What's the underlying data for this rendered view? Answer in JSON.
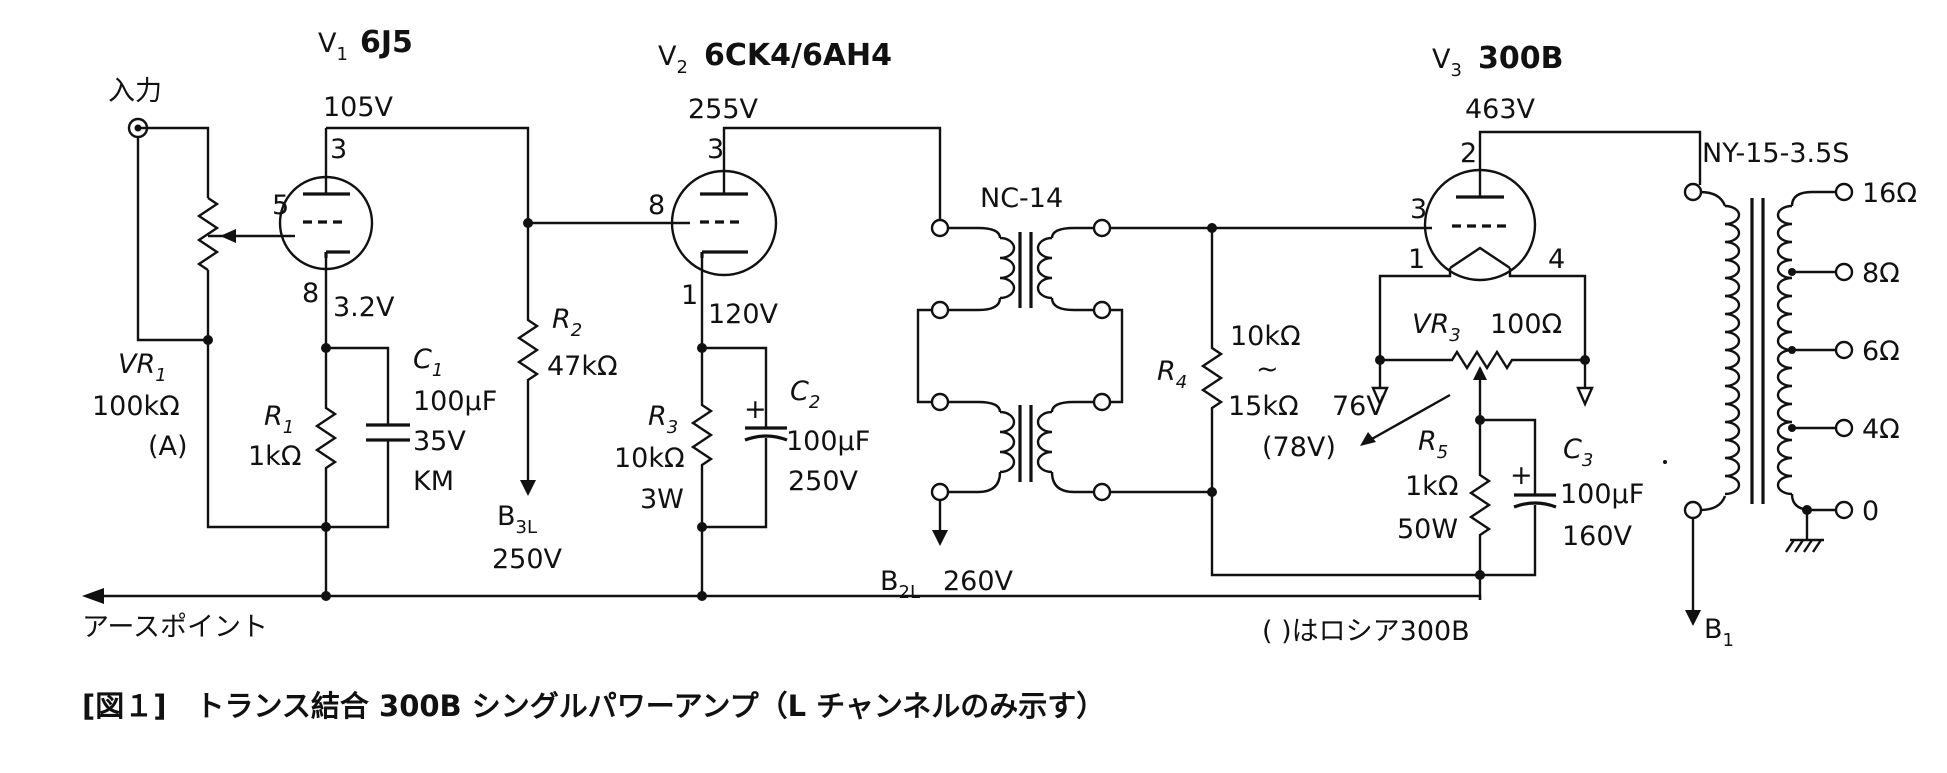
{
  "tubes": {
    "v1": {
      "label": "V",
      "sub": "1",
      "type": "6J5",
      "voltage": "105V",
      "pin_plate": "3",
      "pin_grid": "5",
      "pin_cathode": "8",
      "cathode_voltage": "3.2V"
    },
    "v2": {
      "label": "V",
      "sub": "2",
      "type": "6CK4/6AH4",
      "voltage": "255V",
      "pin_plate": "3",
      "pin_grid": "8",
      "pin_cathode": "1",
      "cathode_voltage": "120V"
    },
    "v3": {
      "label": "V",
      "sub": "3",
      "type": "300B",
      "voltage": "463V",
      "pin_plate": "2",
      "pin_grid": "3",
      "pin_f1": "1",
      "pin_f2": "4"
    }
  },
  "input": {
    "label": "入力"
  },
  "vr1": {
    "label": "VR",
    "sub": "1",
    "value": "100kΩ",
    "taper": "(A)"
  },
  "r1": {
    "label": "R",
    "sub": "1",
    "value": "1kΩ"
  },
  "c1": {
    "label": "C",
    "sub": "1",
    "value": "100μF",
    "voltage": "35V",
    "type": "KM"
  },
  "r2": {
    "label": "R",
    "sub": "2",
    "value": "47kΩ"
  },
  "b3l": {
    "label": "B",
    "sub": "3L",
    "voltage": "250V"
  },
  "r3": {
    "label": "R",
    "sub": "3",
    "value": "10kΩ",
    "power": "3W"
  },
  "c2": {
    "label": "C",
    "sub": "2",
    "value": "100μF",
    "voltage": "250V",
    "polarity": "+"
  },
  "nc14": {
    "label": "NC-14"
  },
  "b2l": {
    "label": "B",
    "sub": "2L",
    "voltage": "260V"
  },
  "r4": {
    "label": "R",
    "sub": "4",
    "value1": "10kΩ",
    "tilde": "~",
    "value2": "15kΩ"
  },
  "vr3": {
    "label": "VR",
    "sub": "3",
    "value": "100Ω"
  },
  "bias": {
    "voltage": "76V",
    "russian_voltage": "(78V)"
  },
  "r5": {
    "label": "R",
    "sub": "5",
    "value": "1kΩ",
    "power": "50W"
  },
  "c3": {
    "label": "C",
    "sub": "3",
    "value": "100μF",
    "voltage": "160V",
    "polarity": "+"
  },
  "output_transformer": {
    "label": "NY-15-3.5S",
    "taps": [
      "16Ω",
      "8Ω",
      "6Ω",
      "4Ω",
      "0"
    ]
  },
  "b1": {
    "label": "B",
    "sub": "1"
  },
  "earth_point": {
    "label": "アースポイント"
  },
  "note": {
    "text": "(   )はロシア300B"
  },
  "caption": {
    "text": "[図１]　トランス結合 300B シングルパワーアンプ（L チャンネルのみ示す）"
  }
}
